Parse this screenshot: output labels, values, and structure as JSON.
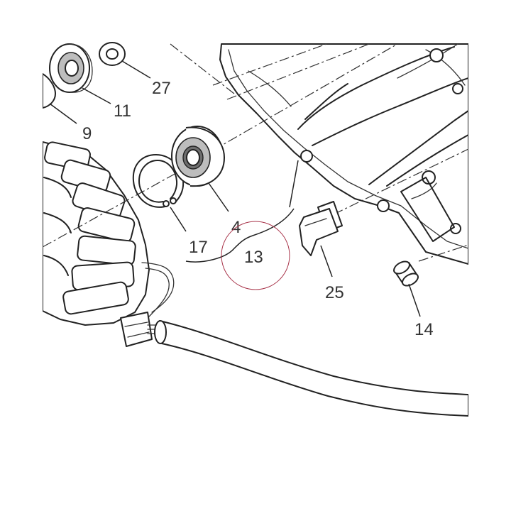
{
  "callouts": {
    "c27": "27",
    "c11": "11",
    "c9": "9",
    "c4": "4",
    "c17": "17",
    "c13": "13",
    "c25": "25",
    "c14": "14"
  },
  "colors": {
    "line": "#222222",
    "mark_circle": "#a8344a",
    "bearing_inner": "#6e6e6e",
    "bearing_shield": "#bdbdbd"
  }
}
